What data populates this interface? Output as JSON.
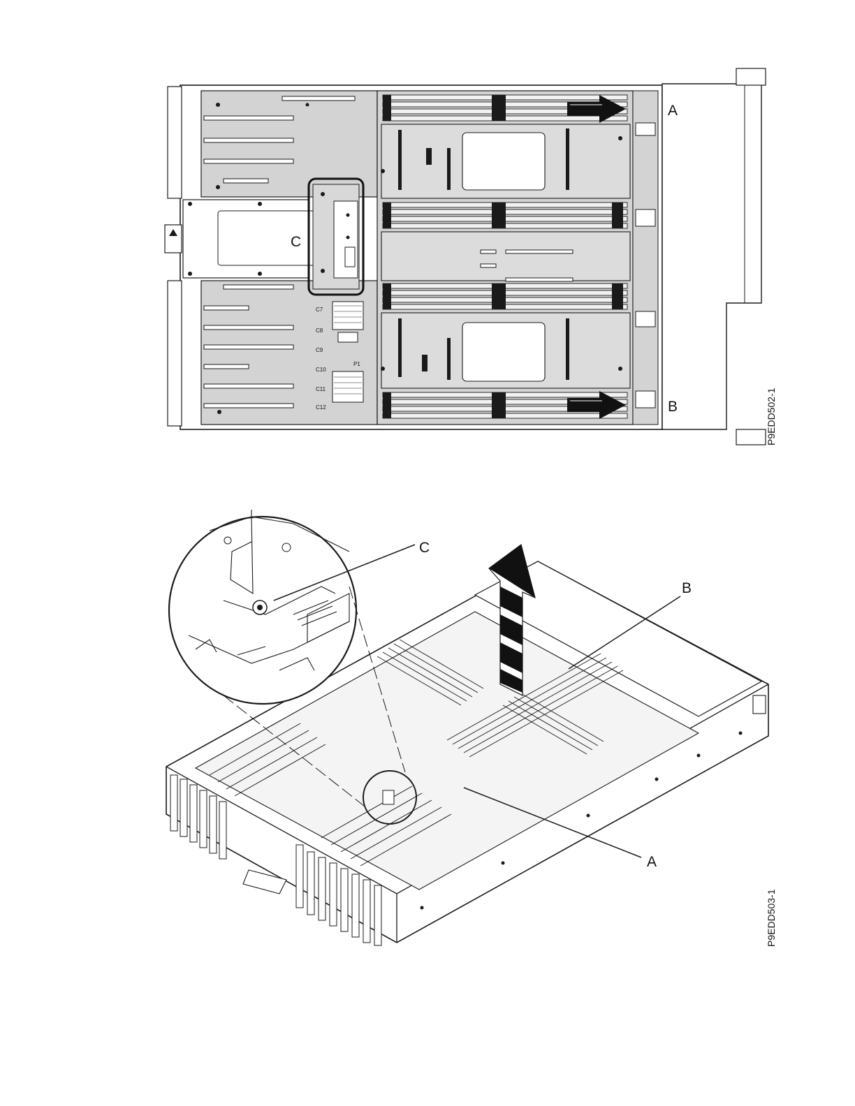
{
  "figures": [
    {
      "id_label": "P9EDD502-1",
      "callouts": {
        "a": "A",
        "b": "B",
        "c": "C"
      },
      "slot_labels": [
        "C7",
        "C8",
        "C9",
        "C10",
        "C11",
        "C12",
        "P1"
      ]
    },
    {
      "id_label": "P9EDD503-1",
      "callouts": {
        "a": "A",
        "b": "B",
        "c": "C"
      }
    }
  ],
  "colors": {
    "board": "#d3d3d3",
    "line": "#1a1a1a",
    "arrow": "#111111",
    "chassis": "#ffffff"
  }
}
